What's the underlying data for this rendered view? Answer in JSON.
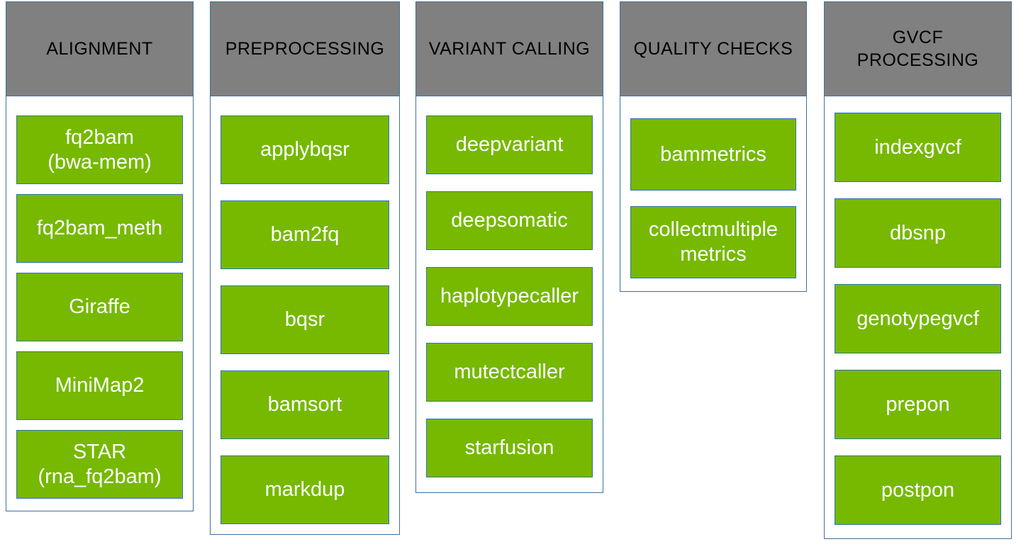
{
  "diagram": {
    "columns": [
      {
        "header": "ALIGNMENT",
        "items": [
          "fq2bam\n(bwa-mem)",
          "fq2bam_meth",
          "Giraffe",
          "MiniMap2",
          "STAR\n(rna_fq2bam)"
        ]
      },
      {
        "header": "PREPROCESSING",
        "items": [
          "applybqsr",
          "bam2fq",
          "bqsr",
          "bamsort",
          "markdup"
        ]
      },
      {
        "header": "VARIANT CALLING",
        "items": [
          "deepvariant",
          "deepsomatic",
          "haplotypecaller",
          "mutectcaller",
          "starfusion"
        ]
      },
      {
        "header": "QUALITY CHECKS",
        "items": [
          "bammetrics",
          "collectmultiple\nmetrics"
        ]
      },
      {
        "header": "GVCF\nPROCESSING",
        "items": [
          "indexgvcf",
          "dbsnp",
          "genotypegvcf",
          "prepon",
          "postpon"
        ]
      }
    ],
    "colors": {
      "background": "#ffffff",
      "header_fill": "#808080",
      "header_text": "#000000",
      "item_fill": "#76b900",
      "item_text": "#ffffff",
      "item_border": "#2e75b6",
      "container_border": "#41719c"
    }
  }
}
